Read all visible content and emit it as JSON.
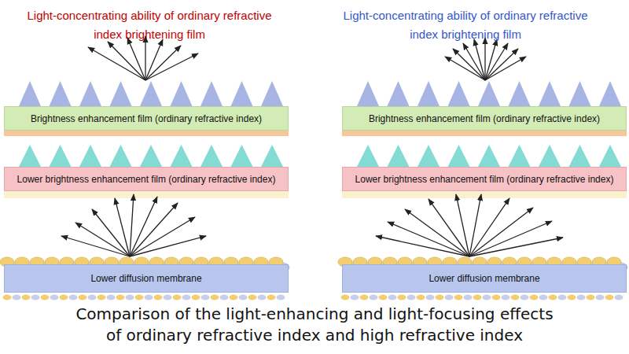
{
  "diagram": {
    "caption": "Comparison of the light-enhancing and light-focusing effects of ordinary refractive index and high refractive index",
    "nodes": [
      {
        "text": [
          "Brightness enhancement film (ordinary refractive index)"
        ]
      },
      {
        "text": [
          "Lower brightness enhancement film (ordinary refractive index)"
        ]
      },
      {
        "text": [
          "Lower diffusion membrane"
        ]
      },
      {
        "text": [
          "Brightness enhancement film (ordinary refractive index)"
        ]
      },
      {
        "text": [
          "Lower brightness enhancement film (ordinary refractive index)"
        ]
      },
      {
        "text": [
          "Lower diffusion membrane"
        ]
      }
    ],
    "labels": [
      "Light-concentrating ability of ordinary refractive index brightening film",
      "Light-concentrating ability of ordinary refractive index brightening film"
    ]
  }
}
